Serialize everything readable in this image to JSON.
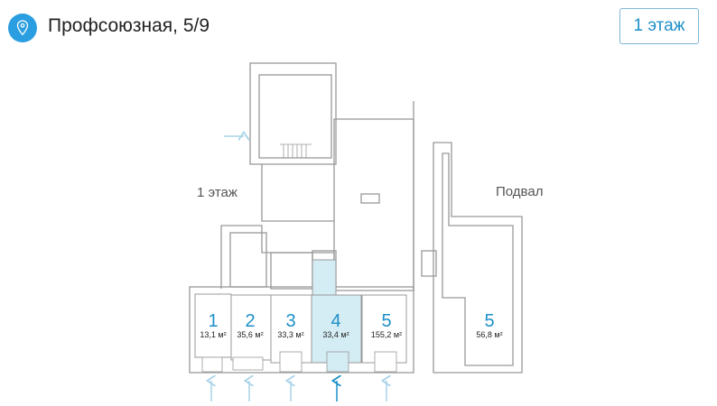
{
  "header": {
    "address": "Профсоюзная, 5/9",
    "floor_button": "1 этаж",
    "icon": "location-pin-icon"
  },
  "plan": {
    "floor_label": "1 этаж",
    "basement_label": "Подвал",
    "units": [
      {
        "number": "1",
        "area": "13,1 м²",
        "selected": false
      },
      {
        "number": "2",
        "area": "35,6 м²",
        "selected": false
      },
      {
        "number": "3",
        "area": "33,3 м²",
        "selected": false
      },
      {
        "number": "4",
        "area": "33,4 м²",
        "selected": true
      },
      {
        "number": "5",
        "area": "155,2 м²",
        "selected": false
      }
    ],
    "basement_unit": {
      "number": "5",
      "area": "56,8 м²"
    }
  },
  "colors": {
    "accent": "#1d8fc8",
    "selected_fill": "#d4ecf4",
    "arrow": "#a9d3e8",
    "arrow_active": "#1d8fc8"
  }
}
